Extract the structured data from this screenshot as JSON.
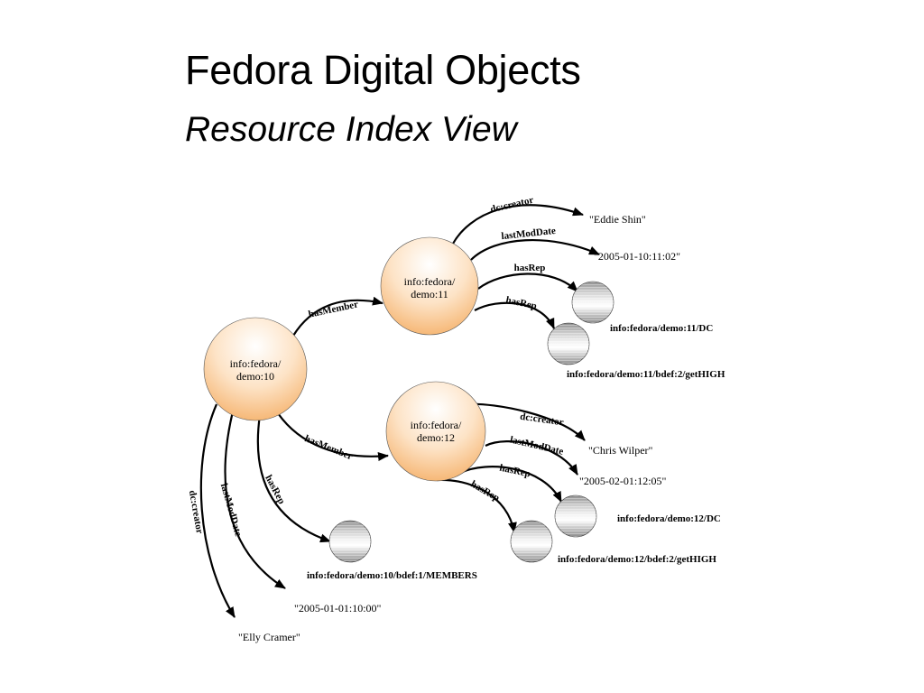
{
  "title": "Fedora Digital Objects",
  "subtitle": "Resource Index View",
  "nodes": {
    "demo10": {
      "line1": "info:fedora/",
      "line2": "demo:10"
    },
    "demo11": {
      "line1": "info:fedora/",
      "line2": "demo:11"
    },
    "demo12": {
      "line1": "info:fedora/",
      "line2": "demo:12"
    }
  },
  "edges": {
    "d11_creator": "dc:creator",
    "d11_lastmod": "lastModDate",
    "d11_rep1": "hasRep",
    "d11_rep2": "hasRep",
    "d10_member11": "hasMember",
    "d10_member12": "hasMember",
    "d12_creator": "dc:creator",
    "d12_lastmod": "lastModDate",
    "d12_rep1": "hasRep",
    "d12_rep2": "hasRep",
    "d10_creator": "dc:creator",
    "d10_lastmod": "lastModDate",
    "d10_rep": "hasRep"
  },
  "literals": {
    "eddie": "\"Eddie Shin\"",
    "date11": "\"2005-01-10:11:02\"",
    "chris": "\"Chris Wilper\"",
    "date12": "\"2005-02-01:12:05\"",
    "date10": "\"2005-01-01:10:00\"",
    "elly": "\"Elly Cramer\""
  },
  "resources": {
    "dc11": "info:fedora/demo:11/DC",
    "high11": "info:fedora/demo:11/bdef:2/getHIGH",
    "dc12": "info:fedora/demo:12/DC",
    "high12": "info:fedora/demo:12/bdef:2/getHIGH",
    "members10": "info:fedora/demo:10/bdef:1/MEMBERS"
  },
  "colors": {
    "node_fill_center": "#ffffff",
    "node_fill_edge": "#f6b877",
    "node_stroke": "#555555",
    "resource_dark": "#8c8c8c",
    "resource_light": "#f2f2f2"
  }
}
